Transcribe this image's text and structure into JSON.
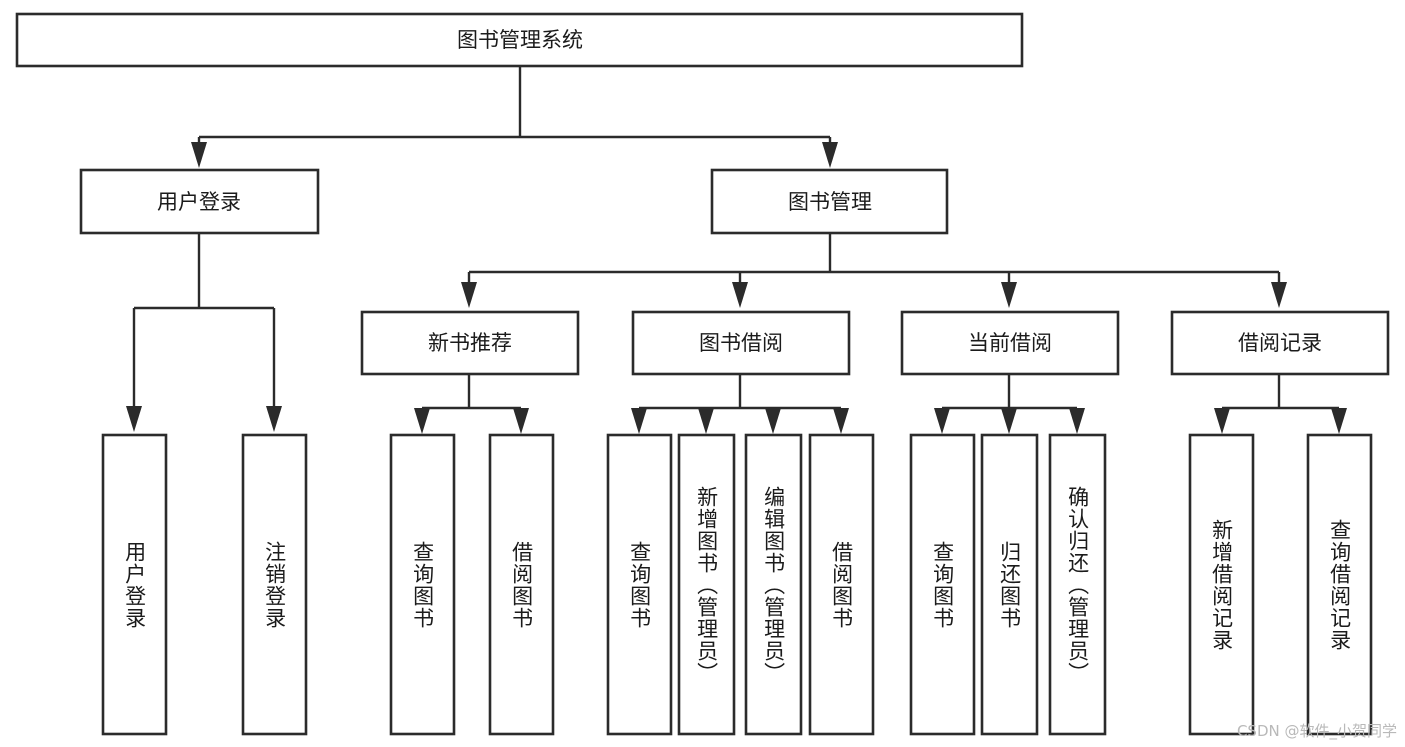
{
  "diagram": {
    "title": "图书管理系统",
    "type": "tree-hierarchy-diagram",
    "watermark": "CSDN @软件_小贺同学",
    "colors": {
      "stroke": "#2b2b2b",
      "fill": "#ffffff",
      "text": "#1b1b1b",
      "watermark": "#b9b9b9"
    },
    "root": {
      "label": "图书管理系统"
    },
    "level2": [
      {
        "label": "用户登录"
      },
      {
        "label": "图书管理"
      }
    ],
    "level3": [
      {
        "label": "新书推荐"
      },
      {
        "label": "图书借阅"
      },
      {
        "label": "当前借阅"
      },
      {
        "label": "借阅记录"
      }
    ],
    "leaves": {
      "user_login": [
        {
          "label": "用户登录"
        },
        {
          "label": "注销登录"
        }
      ],
      "new_book_recommend": [
        {
          "label": "查询图书"
        },
        {
          "label": "借阅图书"
        }
      ],
      "book_borrow": [
        {
          "label": "查询图书"
        },
        {
          "label": "新增图书（管理员）"
        },
        {
          "label": "编辑图书（管理员）"
        },
        {
          "label": "借阅图书"
        }
      ],
      "current_borrow": [
        {
          "label": "查询图书"
        },
        {
          "label": "归还图书"
        },
        {
          "label": "确认归还（管理员）"
        }
      ],
      "borrow_record": [
        {
          "label": "新增借阅记录"
        },
        {
          "label": "查询借阅记录"
        }
      ]
    }
  },
  "chart_data": {
    "type": "table",
    "title": "图书管理系统",
    "nodes": [
      {
        "id": "root",
        "label": "图书管理系统",
        "level": 1,
        "parent": null
      },
      {
        "id": "user-login",
        "label": "用户登录",
        "level": 2,
        "parent": "root"
      },
      {
        "id": "book-manage",
        "label": "图书管理",
        "level": 2,
        "parent": "root"
      },
      {
        "id": "new-book",
        "label": "新书推荐",
        "level": 3,
        "parent": "book-manage"
      },
      {
        "id": "book-borrow",
        "label": "图书借阅",
        "level": 3,
        "parent": "book-manage"
      },
      {
        "id": "current-borrow",
        "label": "当前借阅",
        "level": 3,
        "parent": "book-manage"
      },
      {
        "id": "borrow-record",
        "label": "借阅记录",
        "level": 3,
        "parent": "book-manage"
      },
      {
        "id": "leaf-1",
        "label": "用户登录",
        "level": 4,
        "parent": "user-login"
      },
      {
        "id": "leaf-2",
        "label": "注销登录",
        "level": 4,
        "parent": "user-login"
      },
      {
        "id": "leaf-3",
        "label": "查询图书",
        "level": 4,
        "parent": "new-book"
      },
      {
        "id": "leaf-4",
        "label": "借阅图书",
        "level": 4,
        "parent": "new-book"
      },
      {
        "id": "leaf-5",
        "label": "查询图书",
        "level": 4,
        "parent": "book-borrow"
      },
      {
        "id": "leaf-6",
        "label": "新增图书（管理员）",
        "level": 4,
        "parent": "book-borrow"
      },
      {
        "id": "leaf-7",
        "label": "编辑图书（管理员）",
        "level": 4,
        "parent": "book-borrow"
      },
      {
        "id": "leaf-8",
        "label": "借阅图书",
        "level": 4,
        "parent": "book-borrow"
      },
      {
        "id": "leaf-9",
        "label": "查询图书",
        "level": 4,
        "parent": "current-borrow"
      },
      {
        "id": "leaf-10",
        "label": "归还图书",
        "level": 4,
        "parent": "current-borrow"
      },
      {
        "id": "leaf-11",
        "label": "确认归还（管理员）",
        "level": 4,
        "parent": "current-borrow"
      },
      {
        "id": "leaf-12",
        "label": "新增借阅记录",
        "level": 4,
        "parent": "borrow-record"
      },
      {
        "id": "leaf-13",
        "label": "查询借阅记录",
        "level": 4,
        "parent": "borrow-record"
      }
    ]
  }
}
